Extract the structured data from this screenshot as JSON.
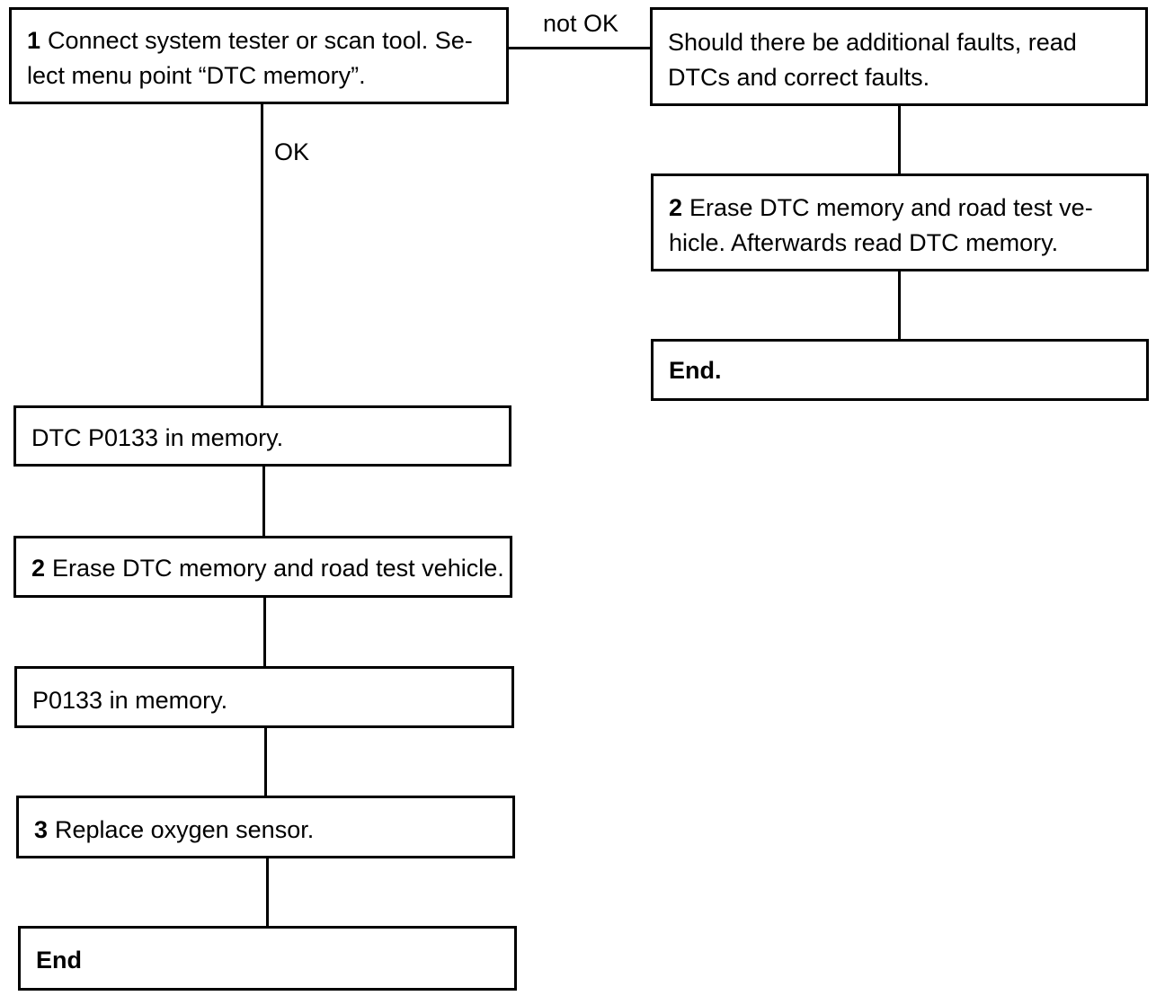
{
  "steps": {
    "start": {
      "number": "1",
      "line1": "Connect system tester or scan tool.  Se-",
      "line2": "lect menu point “DTC memory”."
    },
    "fault_memory": {
      "text": "DTC P0133 in memory."
    },
    "erase_left": {
      "number": "2",
      "text": "Erase DTC memory and road test vehicle."
    },
    "p0133_memory": {
      "text": "P0133 in memory."
    },
    "replace_sensor": {
      "number": "3",
      "text": "Replace oxygen sensor."
    },
    "end_left": {
      "text": "End"
    },
    "additional_faults": {
      "line1": "Should there be additional faults, read",
      "line2": "DTCs and correct faults."
    },
    "erase_right": {
      "number": "2",
      "line1": "Erase DTC memory and road test ve-",
      "line2": "hicle. Afterwards read DTC memory."
    },
    "end_right": {
      "text": "End."
    }
  },
  "edges": {
    "ok_label": "OK",
    "not_ok_label": "not OK"
  }
}
